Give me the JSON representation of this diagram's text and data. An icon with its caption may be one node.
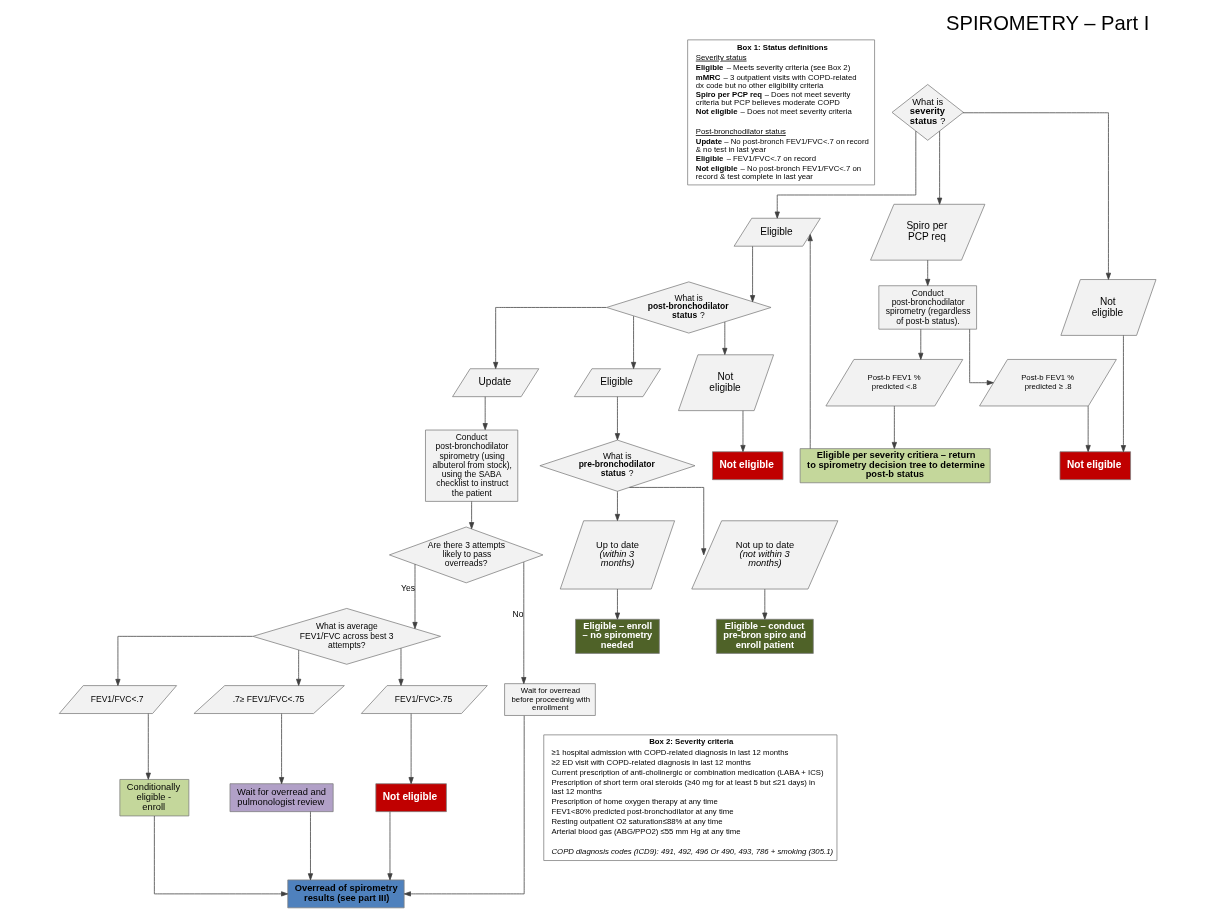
{
  "diagram": {
    "title": "SPIROMETRY – Part I",
    "nodes": [
      {
        "text": [
          "Box 1: Status definitions",
          "Severity status",
          "**Eligible** – Meets severity criteria (see Box 2)",
          "**mMRC** – 3 outpatient visits with COPD-related dx code but no other eligibility criteria",
          "**Spiro per PCP req** – Does not meet severity criteria but PCP believes moderate COPD",
          "**Not eligible** – Does not meet severity criteria",
          "Post-bronchodilator status",
          "**Update** – No post-bronch FEV1/FVC<.7 on record & no test in last year",
          "**Eligible** – FEV1/FVC<.7 on record",
          "**Not eligible** – No post-bronch FEV1/FVC<.7 on record & test complete in last year"
        ]
      },
      {
        "text": [
          "What is **severity status**?"
        ]
      },
      {
        "text": [
          "Eligible"
        ]
      },
      {
        "text": [
          "Spiro per PCP req"
        ]
      },
      {
        "text": [
          "Not eligible"
        ]
      },
      {
        "text": [
          "What is **post-bronchodilator status**?"
        ]
      },
      {
        "text": [
          "Update"
        ]
      },
      {
        "text": [
          "Eligible"
        ]
      },
      {
        "text": [
          "Not eligible"
        ]
      },
      {
        "text": [
          "Not eligible"
        ]
      },
      {
        "text": [
          "Conduct post-bronchodilator spirometry (using albuterol from stock), using the SABA checklist to instruct the patient"
        ]
      },
      {
        "text": [
          "What is **pre-bronchodilator status**?"
        ]
      },
      {
        "text": [
          "Up to date",
          "(within 3 months)"
        ]
      },
      {
        "text": [
          "Not up to date",
          "(not within 3 months)"
        ]
      },
      {
        "text": [
          "Eligible – enroll – no spirometry needed"
        ]
      },
      {
        "text": [
          "Eligible – conduct pre-bron spiro and enroll patient"
        ]
      },
      {
        "text": [
          "Conduct post-bronchodilator spirometry (regardless of post-b status)."
        ]
      },
      {
        "text": [
          "Post-b FEV1 % predicted <.8"
        ]
      },
      {
        "text": [
          "Post-b FEV1 % predicted ≥ .8"
        ]
      },
      {
        "text": [
          "Not eligible"
        ]
      },
      {
        "text": [
          "Eligible per severity critiera – return to spirometry decision tree to determine post-b status"
        ]
      },
      {
        "text": [
          "Are there 3 attempts likely to pass overreads?"
        ]
      },
      {
        "text": [
          "What is average FEV1/FVC across best 3 attempts?"
        ]
      },
      {
        "text": [
          "Wait for overread before proceednig with enrollment"
        ]
      },
      {
        "text": [
          "FEV1/FVC<.7"
        ]
      },
      {
        "text": [
          ".7≥ FEV1/FVC<.75"
        ]
      },
      {
        "text": [
          "FEV1/FVC>.75"
        ]
      },
      {
        "text": [
          "Conditionally eligible - enroll"
        ]
      },
      {
        "text": [
          "Wait for overread and pulmonologist review"
        ]
      },
      {
        "text": [
          "Not eligible"
        ]
      },
      {
        "text": [
          "Overread of spirometry results (see part III)"
        ]
      },
      {
        "text": [
          "Box 2: Severity criteria",
          "≥1 hospital admission with COPD-related diagnosis in last 12 months",
          "≥2 ED visit with COPD-related diagnosis in last 12 months",
          "Current prescription of anti-cholinergic or combination medication (LABA + ICS)",
          "Prescription of short term oral steroids (≥40 mg for at least 5 but ≤21 days) in last 12 months",
          "Prescription of home oxygen therapy at any time",
          "FEV1<80% predicted post-bronchodilator at any time",
          "Resting outpatient O2 saturation≤88% at any time",
          "Arterial blood gas (ABG/PPO2) ≤55 mm Hg at any time",
          "COPD diagnosis codes (ICD9): 491, 492, 496 Or 490, 493, 786 + smoking (305.1)"
        ]
      }
    ],
    "edges": [
      {
        "from": 1,
        "to": 2,
        "arrow": "to"
      },
      {
        "from": 1,
        "to": 3,
        "arrow": "to"
      },
      {
        "from": 1,
        "to": 4,
        "arrow": "to"
      },
      {
        "from": 2,
        "to": 5,
        "arrow": "to"
      },
      {
        "from": 5,
        "to": 6,
        "arrow": "to"
      },
      {
        "from": 5,
        "to": 7,
        "arrow": "to"
      },
      {
        "from": 5,
        "to": 8,
        "arrow": "to"
      },
      {
        "from": 8,
        "to": 9,
        "arrow": "to"
      },
      {
        "from": 6,
        "to": 10,
        "arrow": "to"
      },
      {
        "from": 7,
        "to": 11,
        "arrow": "to"
      },
      {
        "from": 11,
        "to": 12,
        "arrow": "to"
      },
      {
        "from": 11,
        "to": 13,
        "arrow": "to"
      },
      {
        "from": 12,
        "to": 14,
        "arrow": "to"
      },
      {
        "from": 13,
        "to": 15,
        "arrow": "to"
      },
      {
        "from": 3,
        "to": 16,
        "arrow": "to"
      },
      {
        "from": 16,
        "to": 17,
        "arrow": "to"
      },
      {
        "from": 16,
        "to": 18,
        "arrow": "to"
      },
      {
        "from": 4,
        "to": 19,
        "arrow": "to"
      },
      {
        "from": 18,
        "to": 19,
        "arrow": "to"
      },
      {
        "from": 17,
        "to": 20,
        "arrow": "to"
      },
      {
        "from": 20,
        "to": 2,
        "arrow": "to"
      },
      {
        "from": 10,
        "to": 21,
        "arrow": "to"
      },
      {
        "from": 21,
        "to": 22,
        "label": "Yes",
        "arrow": "to"
      },
      {
        "from": 21,
        "to": 23,
        "label": "No",
        "arrow": "to"
      },
      {
        "from": 22,
        "to": 24,
        "arrow": "to"
      },
      {
        "from": 22,
        "to": 25,
        "arrow": "to"
      },
      {
        "from": 22,
        "to": 26,
        "arrow": "to"
      },
      {
        "from": 24,
        "to": 27,
        "arrow": "to"
      },
      {
        "from": 25,
        "to": 28,
        "arrow": "to"
      },
      {
        "from": 26,
        "to": 29,
        "arrow": "to"
      },
      {
        "from": 29,
        "to": 30,
        "arrow": "to"
      },
      {
        "from": 27,
        "to": 30,
        "arrow": "to"
      },
      {
        "from": 28,
        "to": 30,
        "arrow": "to"
      },
      {
        "from": 23,
        "to": 30,
        "arrow": "to"
      }
    ]
  }
}
